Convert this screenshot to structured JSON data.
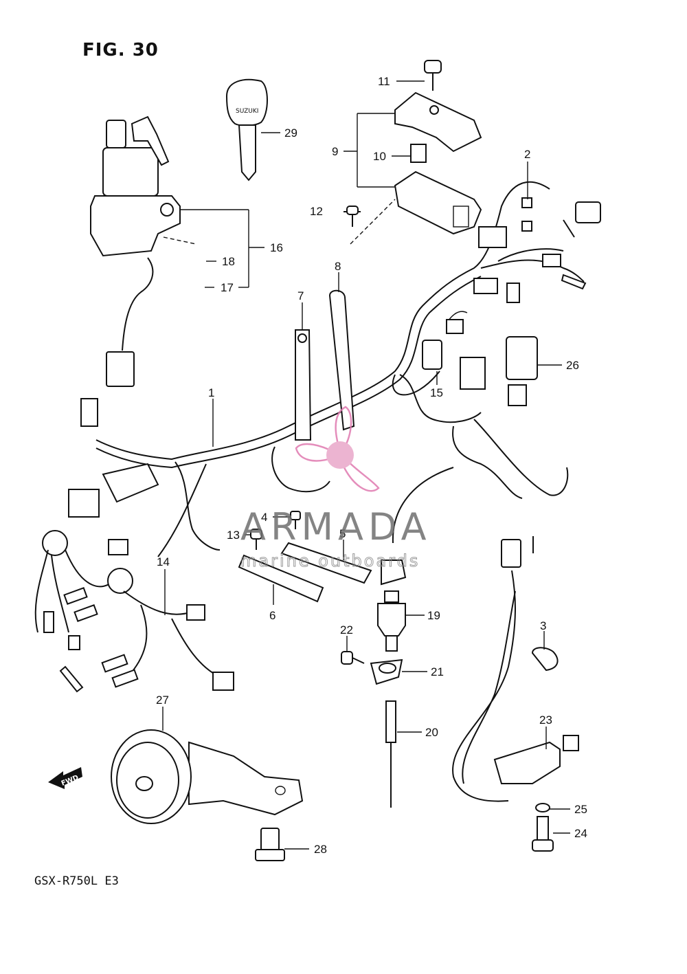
{
  "figure_title": "FIG. 30",
  "model_code": "GSX-R750L  E3",
  "fwd_label": "FWD",
  "key_brand": "SUZUKI",
  "watermark": {
    "brand": "ARMADA",
    "tagline": "marine outboards",
    "color": "#e07ab0"
  },
  "callouts": [
    "1",
    "2",
    "3",
    "4",
    "5",
    "6",
    "7",
    "8",
    "9",
    "10",
    "11",
    "12",
    "13",
    "14",
    "15",
    "16",
    "17",
    "18",
    "19",
    "20",
    "21",
    "22",
    "23",
    "24",
    "25",
    "26",
    "27",
    "28",
    "29"
  ]
}
